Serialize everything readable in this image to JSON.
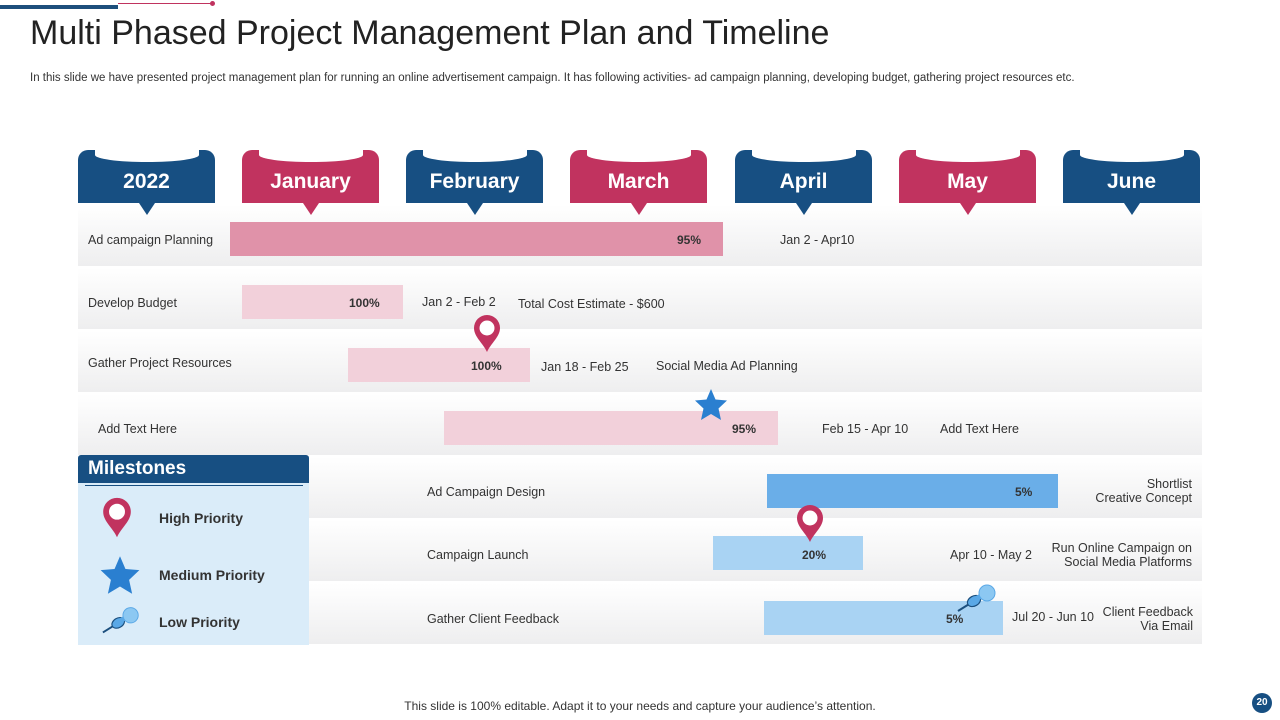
{
  "title": "Multi Phased Project Management Plan and Timeline",
  "subtitle": "In this slide we have presented project management plan for running an online advertisement campaign. It has following activities- ad campaign planning, developing budget, gathering project resources etc.",
  "headers": [
    "2022",
    "January",
    "February",
    "March",
    "April",
    "May",
    "June"
  ],
  "colors": {
    "blue": "#174f82",
    "pink": "#c1335f",
    "pinkbar": "#e092a9",
    "lightpink": "#f2d0da",
    "bluebar": "#6aaee8",
    "lightblue": "#a9d3f3"
  },
  "rows": [
    {
      "label": "Ad campaign Planning",
      "percent": "95%",
      "dates": "Jan 2 - Apr10",
      "note": ""
    },
    {
      "label": "Develop Budget",
      "percent": "100%",
      "dates": "Jan 2 - Feb 2",
      "note": "Total Cost Estimate - $600"
    },
    {
      "label": "Gather Project Resources",
      "percent": "100%",
      "dates": "Jan 18 - Feb 25",
      "note": "Social Media Ad Planning"
    },
    {
      "label": "Add Text Here",
      "percent": "95%",
      "dates": "Feb 15 - Apr 10",
      "note": "Add Text Here"
    },
    {
      "label": "Ad Campaign Design",
      "percent": "5%",
      "dates": "",
      "note_line1": "Shortlist",
      "note_line2": "Creative Concept"
    },
    {
      "label": "Campaign Launch",
      "percent": "20%",
      "dates": "Apr 10 - May  2",
      "note_line1": "Run Online Campaign on",
      "note_line2": "Social Media Platforms"
    },
    {
      "label": "Gather Client Feedback",
      "percent": "5%",
      "dates": "Jul 20 - Jun 10",
      "note_line1": "Client Feedback",
      "note_line2": "Via Email"
    }
  ],
  "milestones": {
    "heading": "Milestones",
    "items": [
      {
        "label": "High Priority",
        "icon": "map-pin-icon"
      },
      {
        "label": "Medium Priority",
        "icon": "star-icon"
      },
      {
        "label": "Low Priority",
        "icon": "push-pin-icon"
      }
    ]
  },
  "footer": "This slide is 100% editable. Adapt it to your needs and capture your audience’s attention.",
  "page_number": "20"
}
